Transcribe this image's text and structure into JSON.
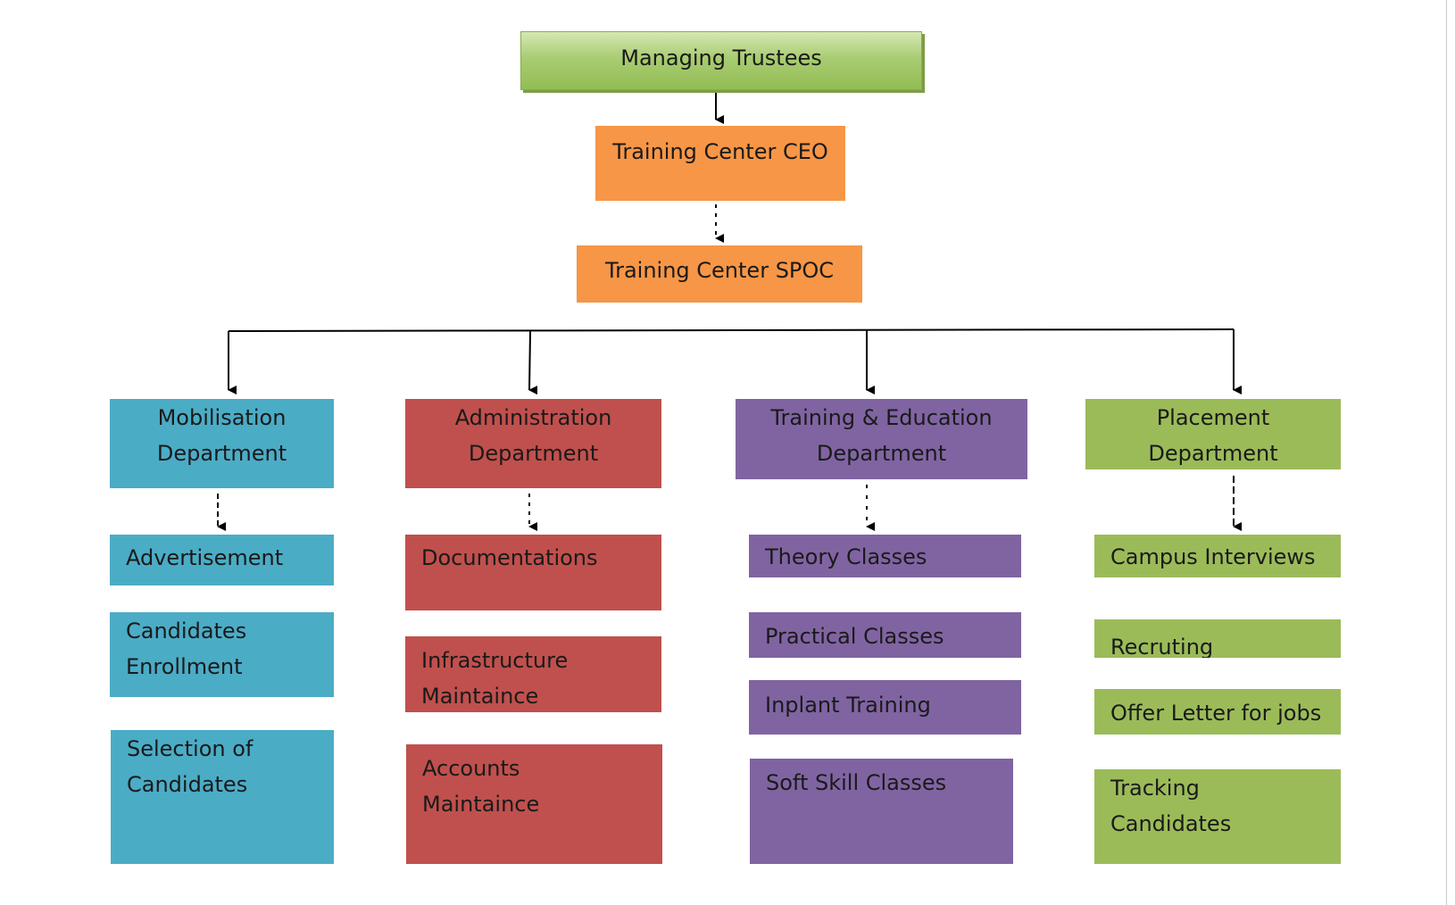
{
  "top": {
    "trustees": "Managing Trustees",
    "ceo": "Training Center CEO",
    "spoc": "Training Center SPOC"
  },
  "departments": {
    "mobilisation": {
      "title_line1": "Mobilisation",
      "title_line2": "Department",
      "items": [
        "Advertisement",
        "Candidates Enrollment",
        "Selection of Candidates"
      ]
    },
    "administration": {
      "title_line1": "Administration",
      "title_line2": "Department",
      "items": [
        "Documentations",
        "Infrastructure Maintaince",
        "Accounts Maintaince"
      ]
    },
    "training": {
      "title_line1": "Training & Education",
      "title_line2": "Department",
      "items": [
        "Theory Classes",
        "Practical Classes",
        "Inplant Training",
        "Soft Skill Classes"
      ]
    },
    "placement": {
      "title_line1": "Placement",
      "title_line2": "Department",
      "items": [
        "Campus Interviews",
        "Recruting",
        "Offer Letter for jobs",
        "Tracking Candidates"
      ]
    }
  },
  "colors": {
    "trustees": "#9bbb59",
    "ceo_spoc": "#f79646",
    "mobilisation": "#4bacc6",
    "administration": "#c0504d",
    "training": "#8064a2",
    "placement": "#9bbb59"
  }
}
